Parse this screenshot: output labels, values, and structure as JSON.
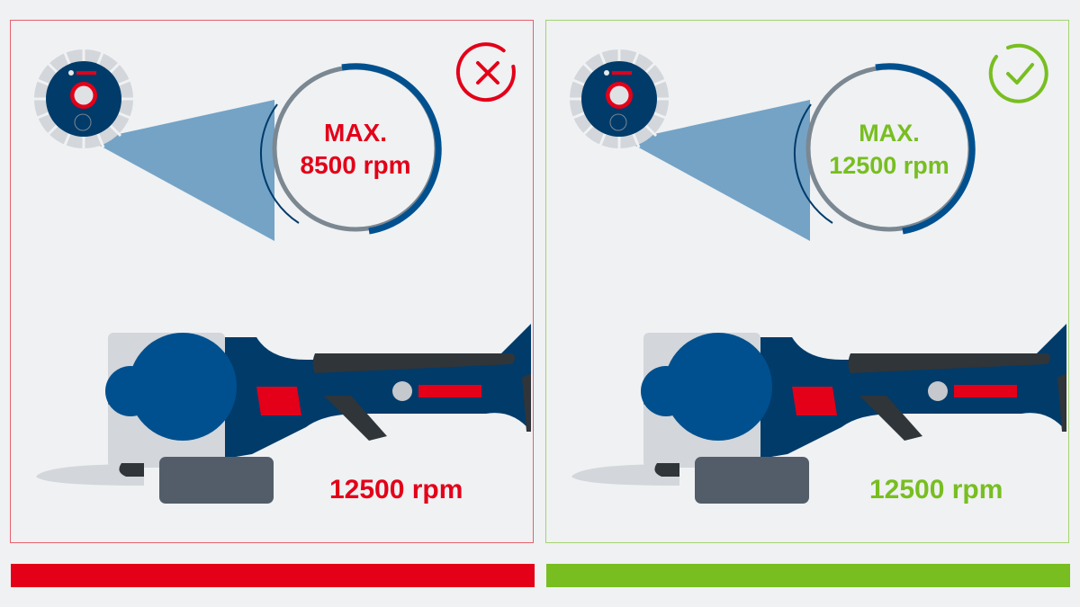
{
  "colors": {
    "background": "#eff1f3",
    "bad": "#e30018",
    "good": "#78be20",
    "bosch_blue": "#00508f",
    "dark_blue": "#003b6a",
    "grey": "#7b8791"
  },
  "panels": [
    {
      "status": "incorrect",
      "status_icon": "x-circle-icon",
      "disc_label": {
        "line1": "MAX.",
        "line2": "8500 rpm"
      },
      "tool_speed": "12500 rpm"
    },
    {
      "status": "correct",
      "status_icon": "check-circle-icon",
      "disc_label": {
        "line1": "MAX.",
        "line2": "12500 rpm"
      },
      "tool_speed": "12500 rpm"
    }
  ]
}
